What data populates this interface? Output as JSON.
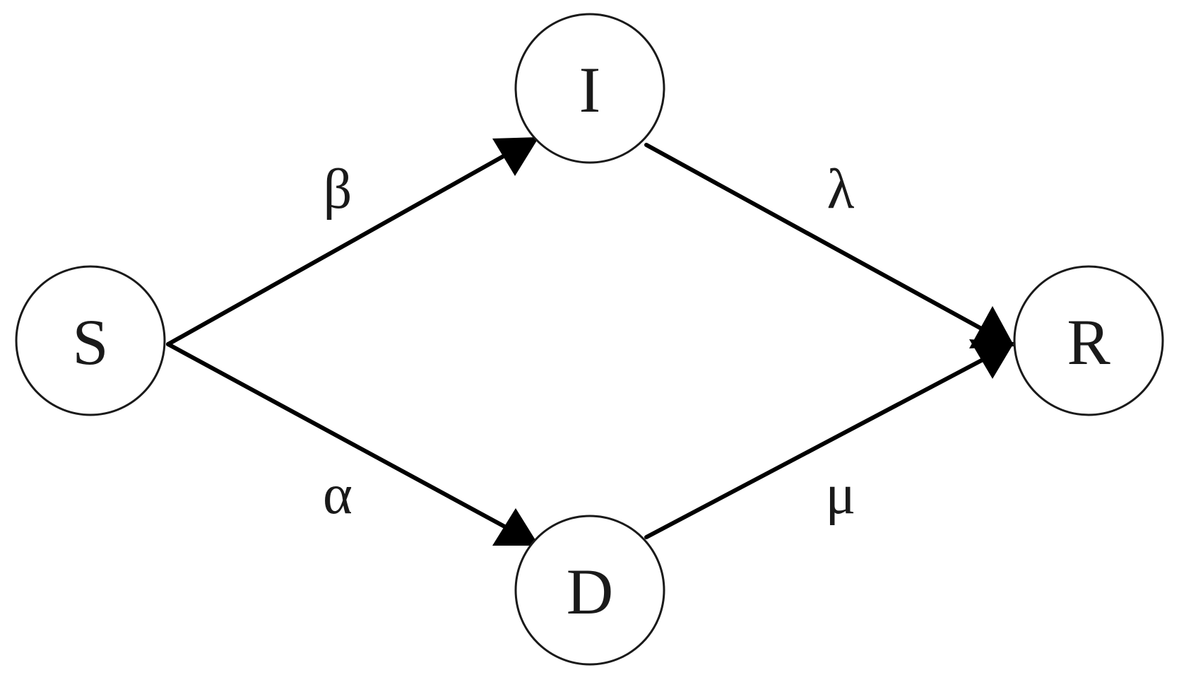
{
  "diagram": {
    "nodes": [
      {
        "id": "S",
        "label": "S"
      },
      {
        "id": "I",
        "label": "I"
      },
      {
        "id": "D",
        "label": "D"
      },
      {
        "id": "R",
        "label": "R"
      }
    ],
    "edges": [
      {
        "from": "S",
        "to": "I",
        "label": "β"
      },
      {
        "from": "S",
        "to": "D",
        "label": "α"
      },
      {
        "from": "I",
        "to": "R",
        "label": "λ"
      },
      {
        "from": "D",
        "to": "R",
        "label": "μ"
      }
    ]
  }
}
